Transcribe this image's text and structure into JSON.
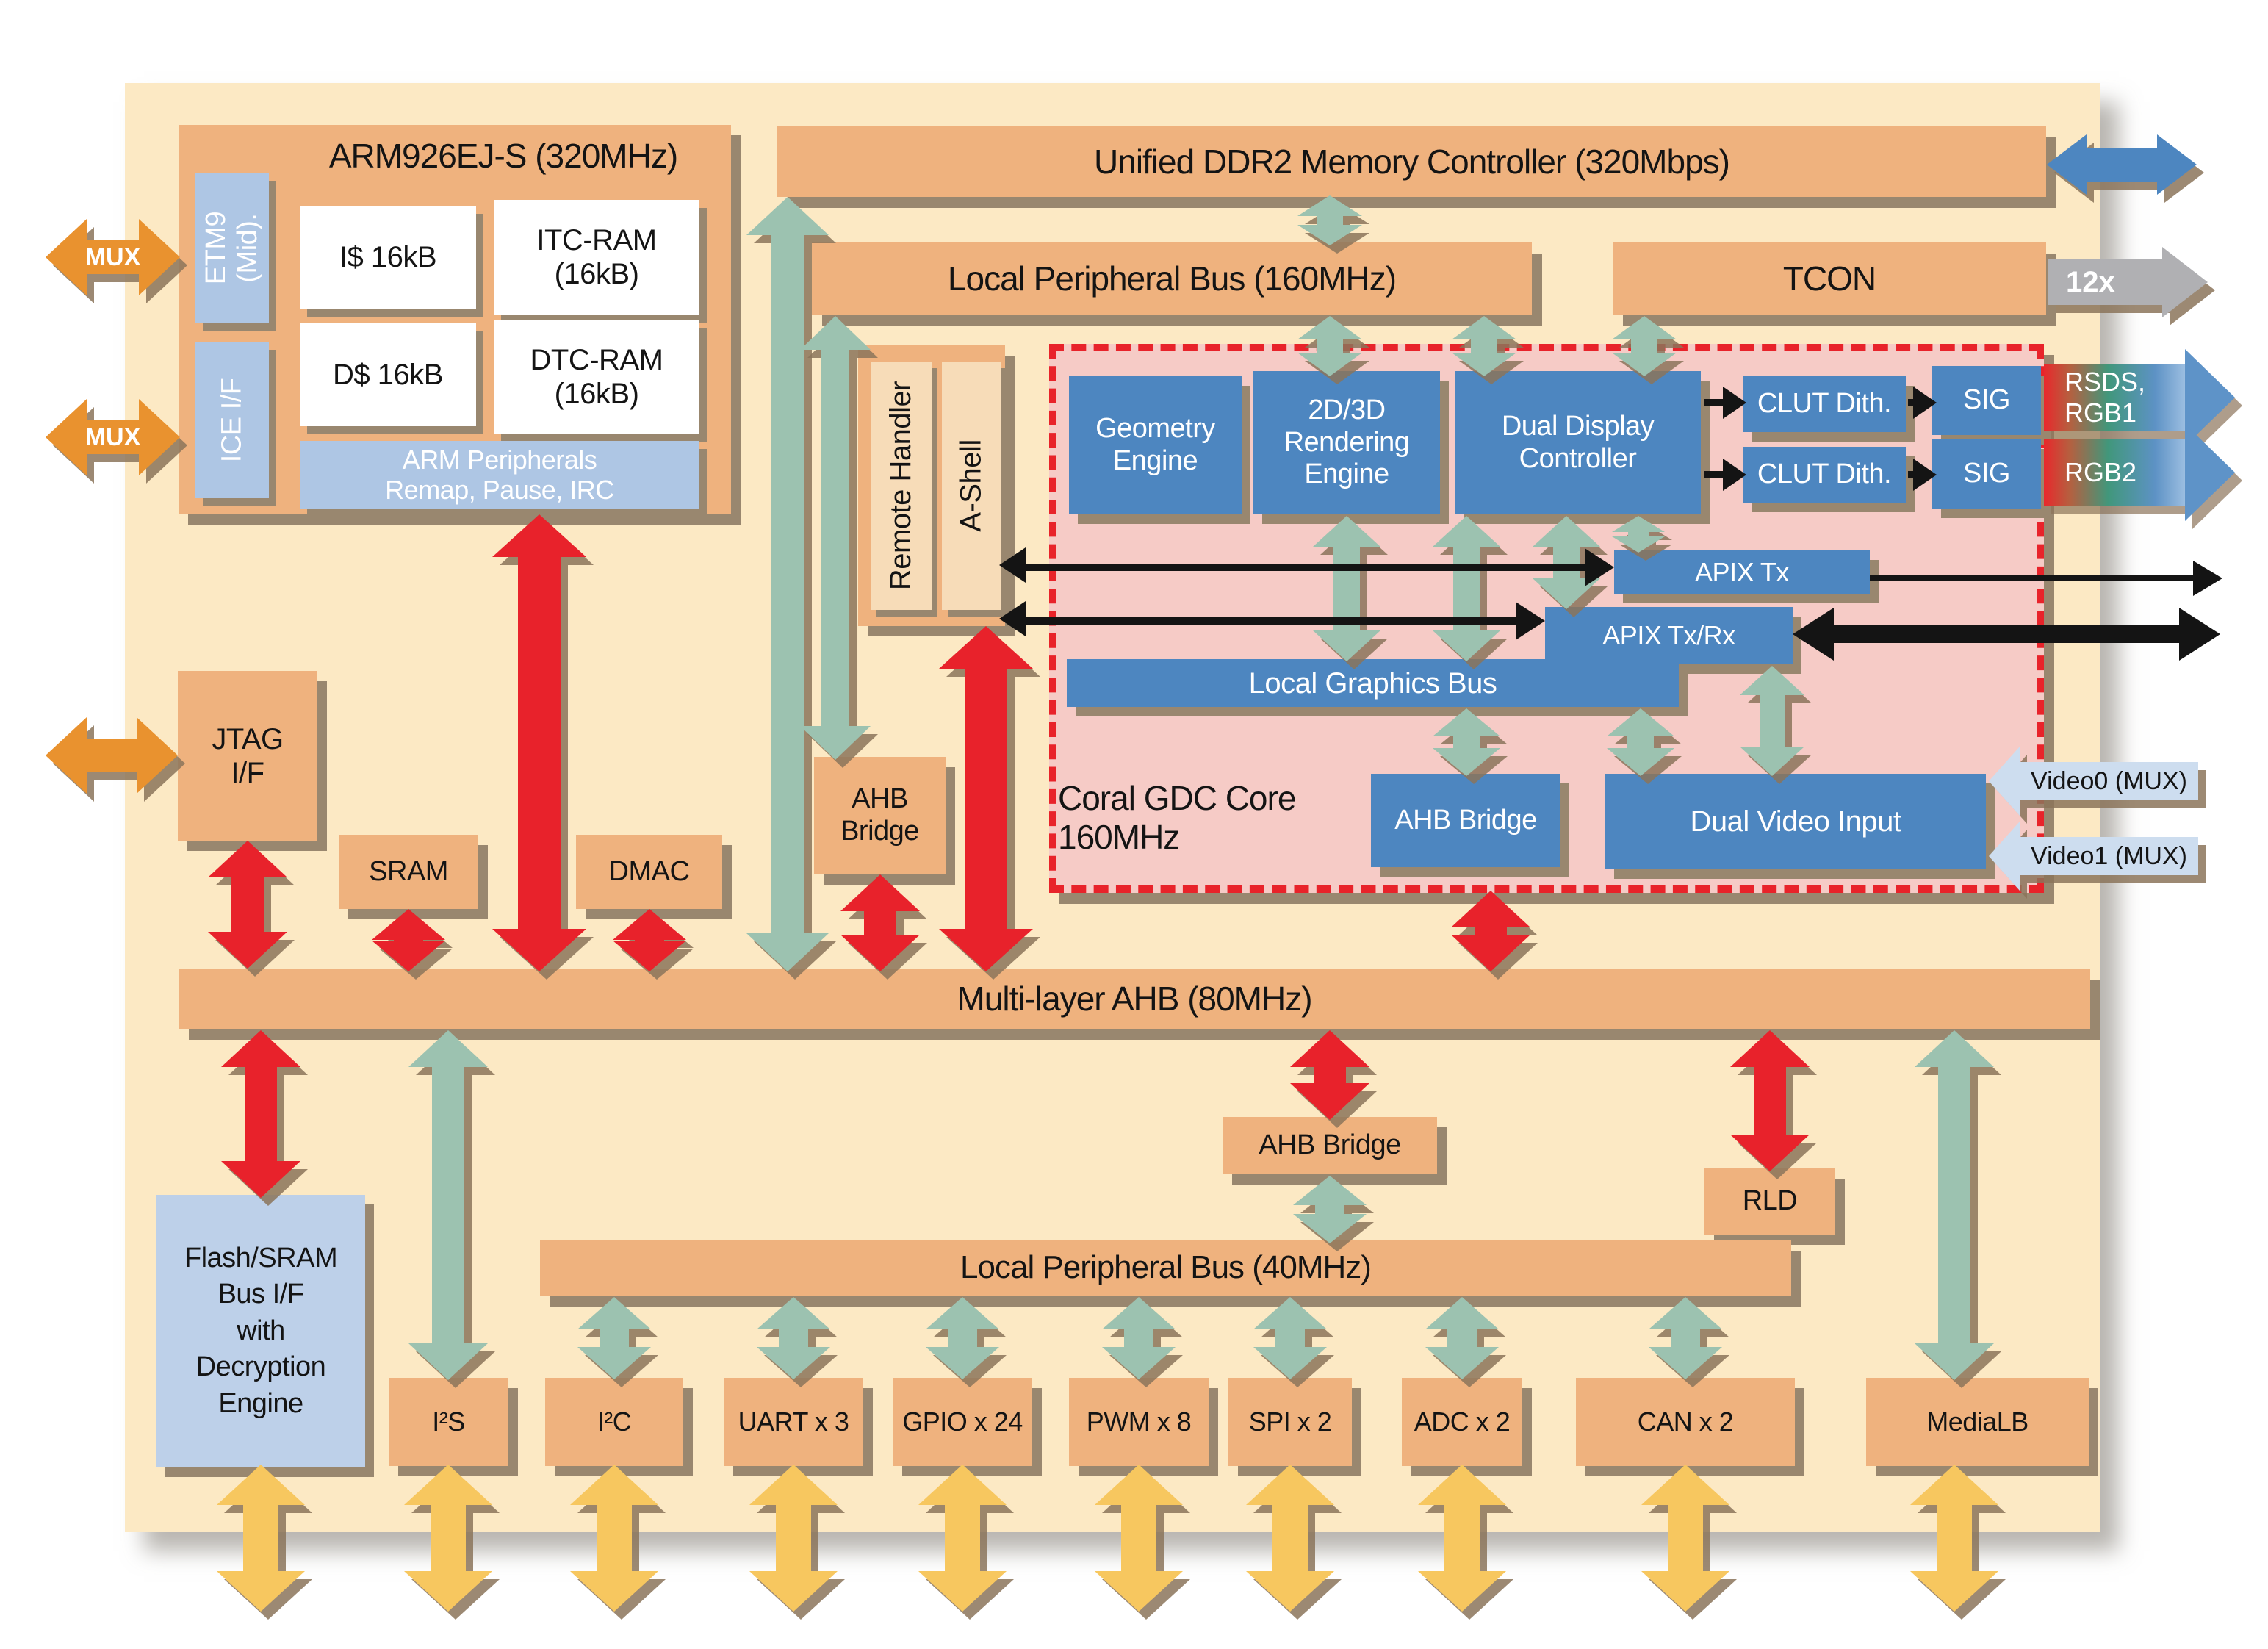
{
  "arm": {
    "title": "ARM926EJ-S (320MHz)",
    "etm9_l1": "ETM9",
    "etm9_l2": "(Mid).",
    "ice": "ICE I/F",
    "icache": "I$ 16kB",
    "itc_l1": "ITC-RAM",
    "itc_l2": "(16kB)",
    "dcache": "D$ 16kB",
    "dtc_l1": "DTC-RAM",
    "dtc_l2": "(16kB)",
    "periph_l1": "ARM Peripherals",
    "periph_l2": "Remap, Pause, IRC"
  },
  "left": {
    "mux_top": "MUX",
    "mux_bottom": "MUX",
    "jtag_l1": "JTAG",
    "jtag_l2": "I/F",
    "sram": "SRAM",
    "dmac": "DMAC",
    "flash_l1": "Flash/SRAM",
    "flash_l2": "Bus I/F",
    "flash_l3": "with",
    "flash_l4": "Decryption",
    "flash_l5": "Engine"
  },
  "buses": {
    "ddr2": "Unified DDR2 Memory Controller (320Mbps)",
    "lpb160": "Local Peripheral Bus (160MHz)",
    "tcon": "TCON",
    "ml_ahb": "Multi-layer AHB (80MHz)",
    "lpb40": "Local Peripheral Bus (40MHz)"
  },
  "mid": {
    "remote_handler": "Remote Handler",
    "a_shell": "A-Shell",
    "ahb_bridge_u_l1": "AHB",
    "ahb_bridge_u_l2": "Bridge",
    "ahb_bridge_mid": "AHB Bridge",
    "rld": "RLD"
  },
  "gdc": {
    "core_l1": "Coral GDC Core",
    "core_l2": "160MHz",
    "geo_l1": "Geometry",
    "geo_l2": "Engine",
    "rend_l1": "2D/3D",
    "rend_l2": "Rendering",
    "rend_l3": "Engine",
    "ddc_l1": "Dual Display",
    "ddc_l2": "Controller",
    "clut_top": "CLUT Dith.",
    "clut_bottom": "CLUT Dith.",
    "sig_top": "SIG",
    "sig_bottom": "SIG",
    "apix_tx": "APIX Tx",
    "apix_txrx": "APIX Tx/Rx",
    "lgb": "Local Graphics Bus",
    "ahb_bridge": "AHB Bridge",
    "dvi": "Dual Video Input"
  },
  "right": {
    "tcon_out": "12x",
    "rsds": "RSDS, RGB1",
    "rgb2": "RGB2",
    "video0": "Video0 (MUX)",
    "video1": "Video1 (MUX)"
  },
  "peripherals": [
    "I²S",
    "I²C",
    "UART x 3",
    "GPIO x 24",
    "PWM x 8",
    "SPI x 2",
    "ADC x 2",
    "CAN x 2",
    "MediaLB"
  ],
  "colors": {
    "cream": "#fce9c4",
    "tan": "#efb27e",
    "tan_light": "#f7dcb8",
    "blue": "#4d86c0",
    "light_blue": "#aec6e4",
    "flash_blue": "#bdd0e9",
    "video_blue": "#cdddef",
    "red": "#e8222b",
    "teal": "#9cc2b0",
    "yellow": "#f7c75f",
    "orange": "#e9922f",
    "pink": "#f6cbc6",
    "dashed_red": "#e8232a",
    "gray": "#b0b0b3",
    "shadow": "#99876f"
  }
}
